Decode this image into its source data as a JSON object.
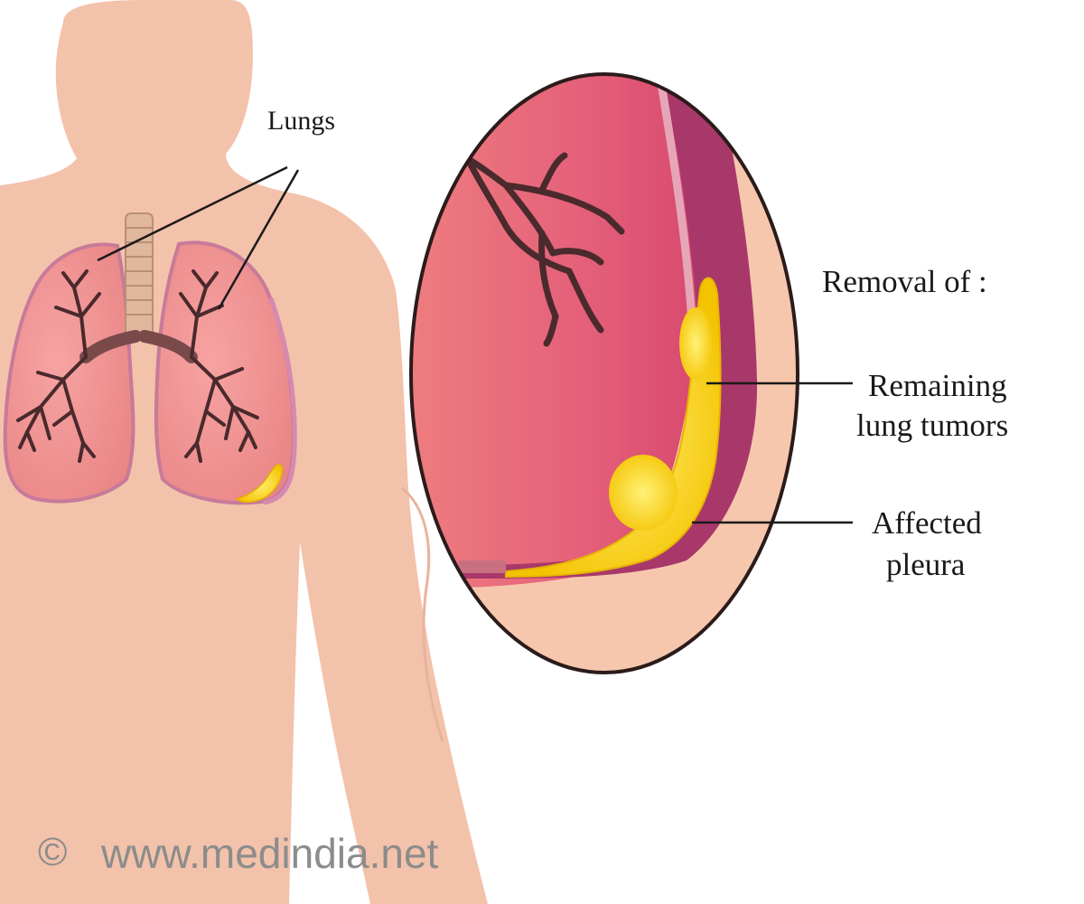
{
  "labels": {
    "lungs": "Lungs",
    "removal_heading": "Removal of :",
    "remaining_line1": "Remaining",
    "remaining_line2": "lung tumors",
    "affected_line1": "Affected",
    "affected_line2": "pleura"
  },
  "watermark": {
    "symbol": "©",
    "url": "www.medindia.net"
  },
  "colors": {
    "background": "#ffffff",
    "skin": "#f3c2aa",
    "lung_tissue": "#ef9a9a",
    "lung_magnified": "#e25b73",
    "pleura": "#9e3a5c",
    "tumor": "#f8d200",
    "bronchi": "#4a2a2c",
    "outline": "#2b1b1b"
  }
}
